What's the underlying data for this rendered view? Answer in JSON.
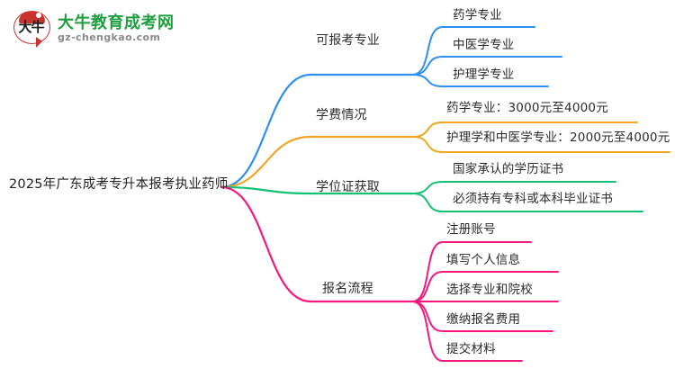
{
  "logo": {
    "mark_text": "大牛",
    "site_name": "大牛教育成考网",
    "site_url": "gz-chengkao.com",
    "brand_green": "#1e9e3e",
    "brand_red": "#c9322d"
  },
  "mindmap": {
    "root": {
      "label": "2025年广东成考专升本报考执业药师"
    },
    "branches": [
      {
        "label": "可报考专业",
        "color": "#2f8ff0",
        "children": [
          {
            "label": "药学专业"
          },
          {
            "label": "中医学专业"
          },
          {
            "label": "护理学专业"
          }
        ]
      },
      {
        "label": "学费情况",
        "color": "#f0a623",
        "children": [
          {
            "label": "药学专业：3000元至4000元"
          },
          {
            "label": "护理学和中医学专业：2000元至4000元"
          }
        ]
      },
      {
        "label": "学位证获取",
        "color": "#12c172",
        "children": [
          {
            "label": "国家承认的学历证书"
          },
          {
            "label": "必须持有专科或本科毕业证书"
          }
        ]
      },
      {
        "label": "报名流程",
        "color": "#f4187f",
        "children": [
          {
            "label": "注册账号"
          },
          {
            "label": "填写个人信息"
          },
          {
            "label": "选择专业和院校"
          },
          {
            "label": "缴纳报名费用"
          },
          {
            "label": "提交材料"
          }
        ]
      }
    ]
  }
}
